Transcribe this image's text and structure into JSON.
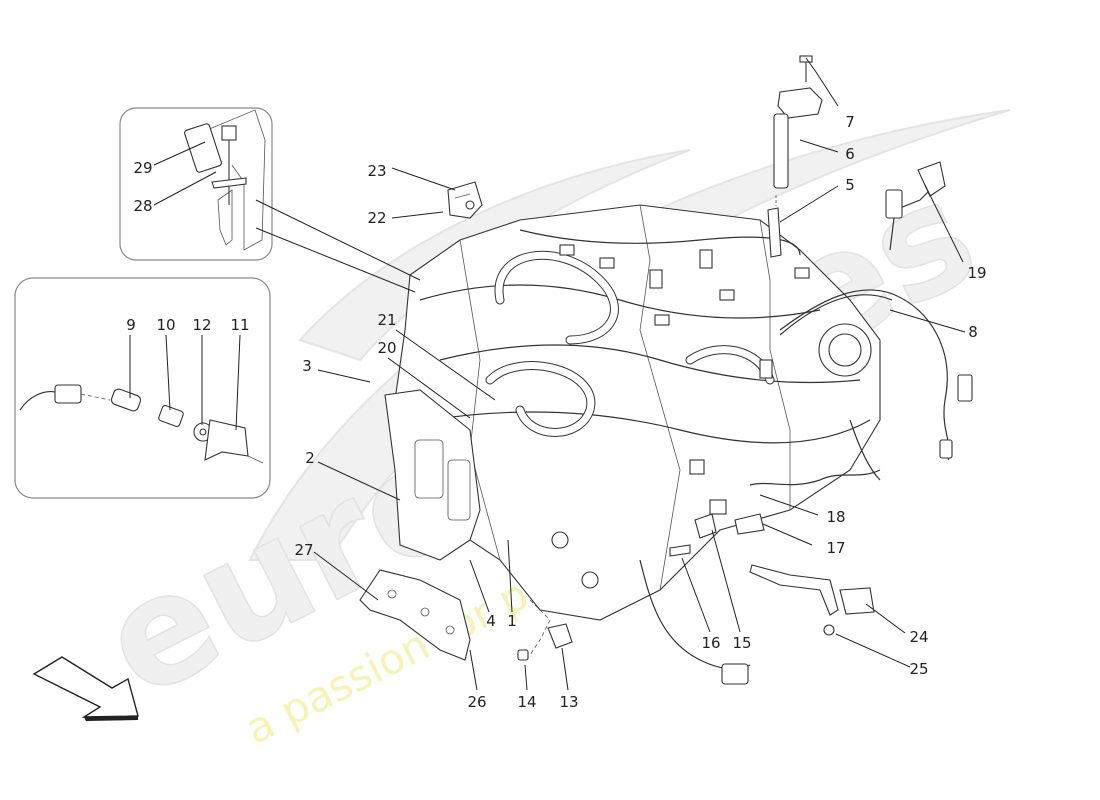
{
  "watermark": {
    "brand": "eurospares",
    "tagline": "a passion for parts since 1985"
  },
  "callouts": [
    "1",
    "2",
    "3",
    "4",
    "5",
    "6",
    "7",
    "8",
    "9",
    "10",
    "11",
    "12",
    "13",
    "14",
    "15",
    "16",
    "17",
    "18",
    "19",
    "20",
    "21",
    "22",
    "23",
    "24",
    "25",
    "26",
    "27",
    "28",
    "29"
  ],
  "colors": {
    "line": "#333333",
    "watermark_fill": "#f1f1f1",
    "watermark_tag": "#f6f3b8"
  }
}
